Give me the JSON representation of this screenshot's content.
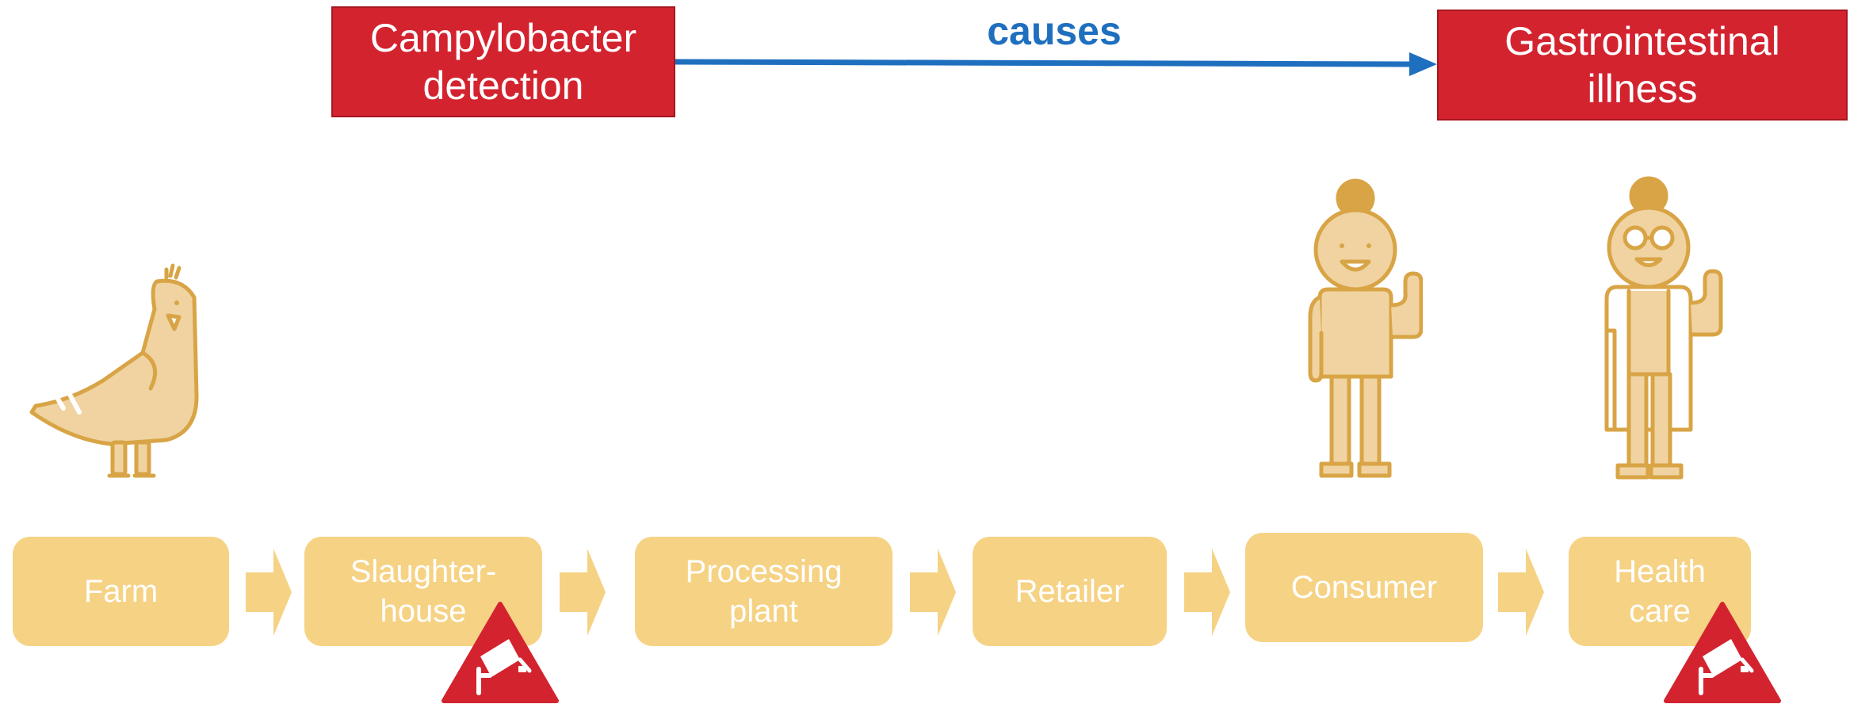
{
  "top": {
    "cause_label": "Campylobacter\ndetection",
    "effect_label": "Gastrointestinal\nillness",
    "relation_label": "causes"
  },
  "stages": [
    {
      "label": "Farm"
    },
    {
      "label": "Slaughter-\nhouse"
    },
    {
      "label": "Processing\nplant"
    },
    {
      "label": "Retailer"
    },
    {
      "label": "Consumer"
    },
    {
      "label": "Health\ncare"
    }
  ],
  "colors": {
    "red": "#d3232f",
    "blue": "#1f6fbf",
    "stage_fill": "#f6d284",
    "figure_fill": "#f0d3a1",
    "figure_stroke": "#d8a445"
  },
  "icons": {
    "farm": "chicken-icon",
    "consumer": "person-icon",
    "health_care": "doctor-icon",
    "surveillance": "surveillance-camera-warning-icon"
  }
}
